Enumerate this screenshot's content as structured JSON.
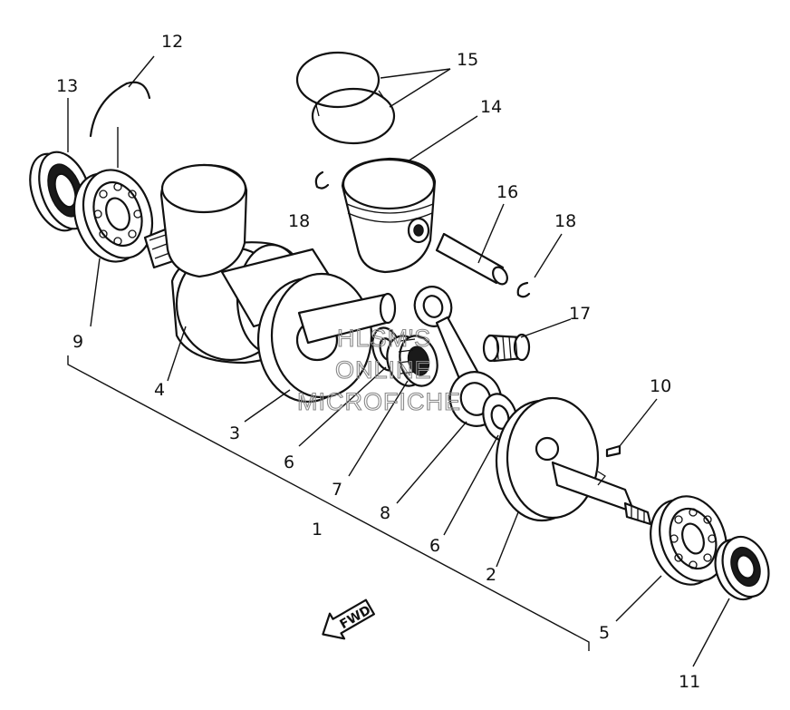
{
  "diagram": {
    "callouts": {
      "c1": "1",
      "c2": "2",
      "c3": "3",
      "c4": "4",
      "c5": "5",
      "c6a": "6",
      "c6b": "6",
      "c7": "7",
      "c8": "8",
      "c9": "9",
      "c10": "10",
      "c11": "11",
      "c12": "12",
      "c13": "13",
      "c14": "14",
      "c15": "15",
      "c16": "16",
      "c17": "17",
      "c18a": "18",
      "c18b": "18"
    },
    "watermark": {
      "line1": "HLSM'S",
      "line2": "ONLINE",
      "line3": "MICROFICHE"
    },
    "direction_label": "FWD"
  }
}
